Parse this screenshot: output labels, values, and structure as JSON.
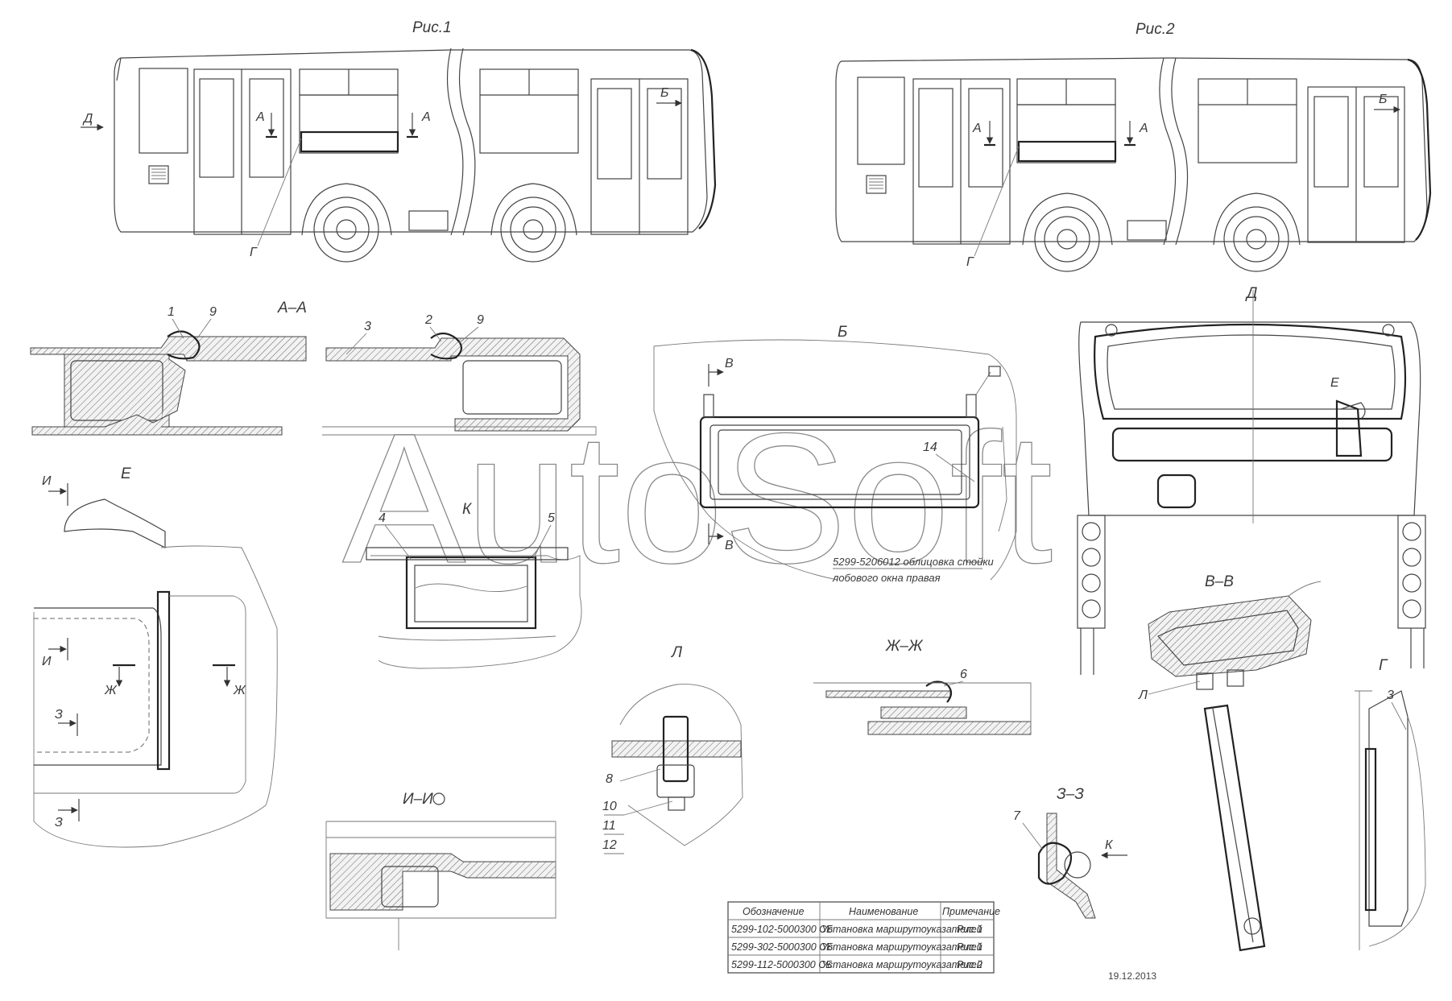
{
  "figures": {
    "fig1": "Рис.1",
    "fig2": "Рис.2"
  },
  "views": {
    "aa": "А–А",
    "b": "Б",
    "d": "Д",
    "e": "Е",
    "k": "К",
    "l": "Л",
    "vv": "В–В",
    "zhzh": "Ж–Ж",
    "g": "Г",
    "ii": "И–И",
    "zz": "З–З"
  },
  "markers": {
    "a": "А",
    "b": "Б",
    "d": "Д",
    "g": "Г",
    "v": "В",
    "i": "И",
    "zh": "Ж",
    "z": "З",
    "k": "К",
    "l": "Л",
    "e": "Е"
  },
  "callouts": [
    "1",
    "2",
    "3",
    "4",
    "5",
    "6",
    "7",
    "8",
    "9",
    "10",
    "11",
    "12",
    "14"
  ],
  "note": {
    "line1": "5299-5206012 облицовка стойки",
    "line2": "лобового окна правая"
  },
  "table": {
    "headers": [
      "Обозначение",
      "Наименование",
      "Примечание"
    ],
    "rows": [
      [
        "5299-102-5000300 СБ",
        "Установка маршрутоуказателей",
        "Рис.1"
      ],
      [
        "5299-302-5000300 СБ",
        "Установка маршрутоуказателей",
        "Рис.1"
      ],
      [
        "5299-112-5000300 СБ",
        "Установка маршрутоуказателей",
        "Рис.2"
      ]
    ]
  },
  "date": "19.12.2013",
  "watermark": "AutoSoft"
}
